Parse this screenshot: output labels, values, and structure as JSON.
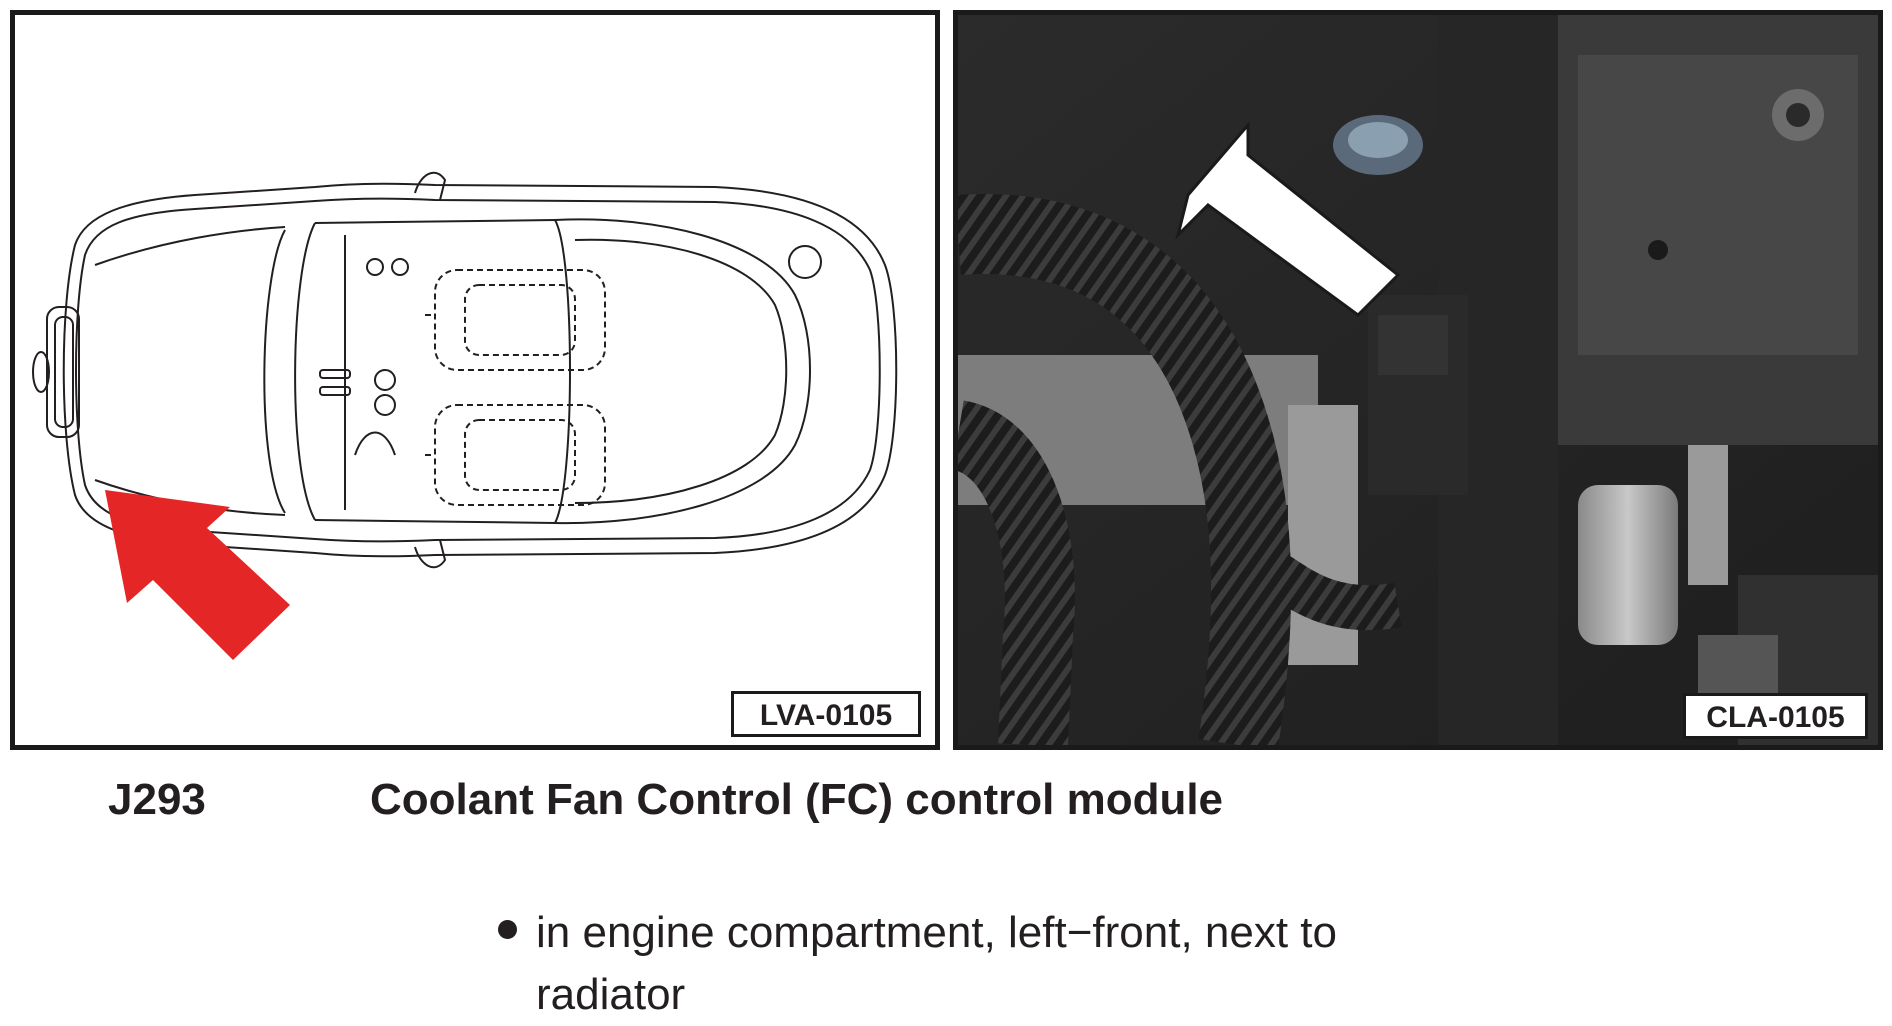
{
  "figures": {
    "left": {
      "reference_label": "LVA-0105",
      "arrow_color": "#e42626"
    },
    "right": {
      "reference_label": "CLA-0105",
      "arrow_color": "#ffffff"
    }
  },
  "component": {
    "code": "J293",
    "name": "Coolant Fan Control (FC) control module"
  },
  "location": {
    "text": "in engine compartment, left−front, next to radiator"
  }
}
